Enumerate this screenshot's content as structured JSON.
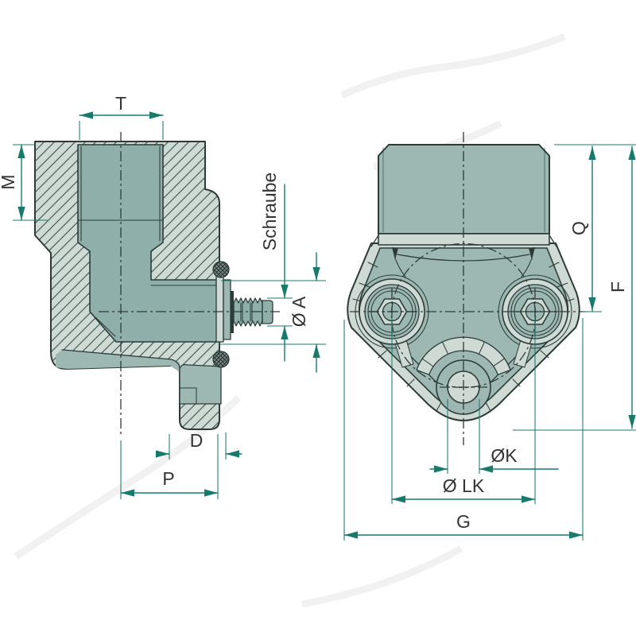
{
  "drawing": {
    "type": "technical-2d-dimension-drawing",
    "subject": "hydraulic pump elbow flange fitting, section view and front view",
    "views": {
      "left": {
        "title": "side-section-view",
        "dimension_labels": [
          "T",
          "M",
          "Schraube",
          "Ø A",
          "D",
          "P"
        ]
      },
      "right": {
        "title": "front-view",
        "dimension_labels": [
          "Q",
          "F",
          "ØK",
          "Ø LK",
          "G"
        ]
      }
    },
    "labels": {
      "t": "T",
      "m": "M",
      "schraube": "Schraube",
      "oa": "Ø A",
      "d": "D",
      "p": "P",
      "q": "Q",
      "f": "F",
      "ok": "ØK",
      "olk": "Ø LK",
      "g": "G"
    },
    "colors": {
      "dimension": "#187a6a",
      "outline": "#2c3b38",
      "surface_light": "#cfdad5",
      "surface_teal": "#9db8b2",
      "interior_teal": "#8fb0aa",
      "hatch_line": "#46615b",
      "text": "#333333",
      "background": "#ffffff"
    }
  }
}
